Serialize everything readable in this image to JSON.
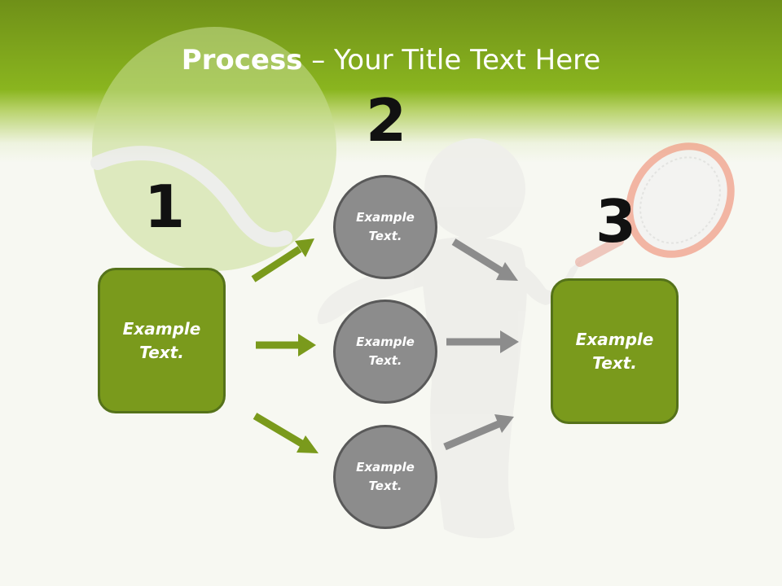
{
  "slide": {
    "title_bold": "Process",
    "title_rest": " – Your Title Text Here"
  },
  "steps": [
    {
      "number": "1",
      "box_text": "Example\nText."
    },
    {
      "number": "2",
      "circles": [
        "Example\nText.",
        "Example\nText.",
        "Example\nText."
      ]
    },
    {
      "number": "3",
      "box_text": "Example\nText."
    }
  ],
  "colors": {
    "accent_green": "#7a9a1c",
    "arrow_green": "#7a9a1c",
    "arrow_gray": "#8c8c8c",
    "circle_gray": "#8c8c8c"
  }
}
